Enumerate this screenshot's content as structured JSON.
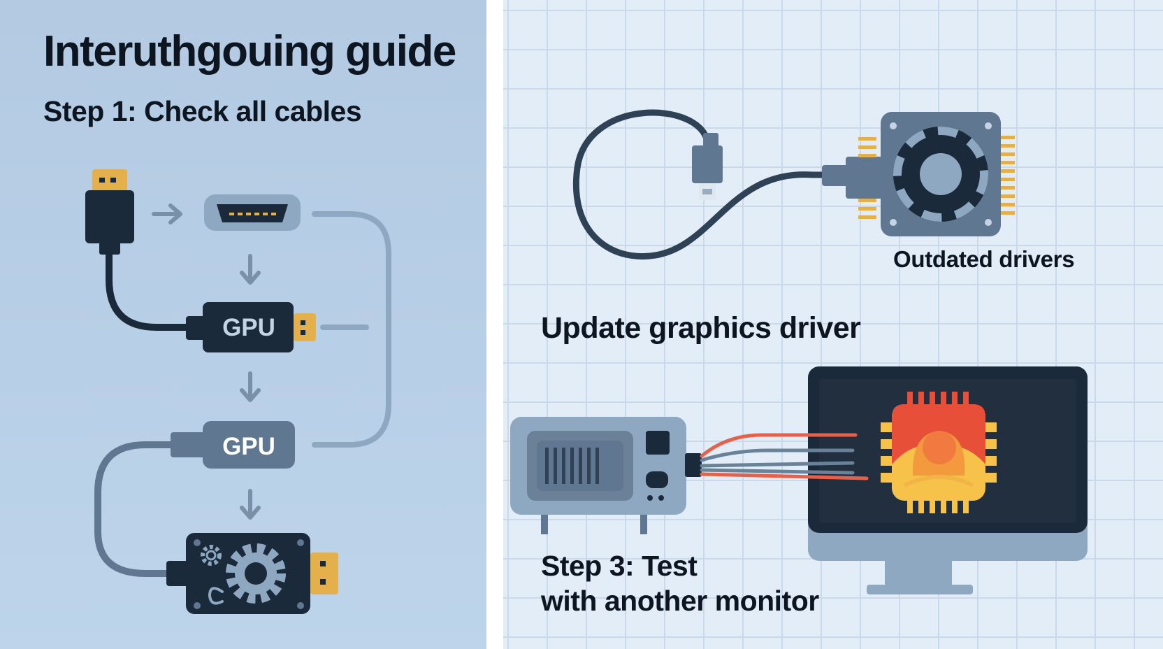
{
  "left_panel": {
    "title": "Interuthgouing guide",
    "step1": "Step 1: Check all cables",
    "gpu_labels": [
      "GPU",
      "GPU"
    ]
  },
  "right_panel": {
    "outdated_drivers": "Outdated drivers",
    "update_driver": "Update graphics driver",
    "step3_line1": "Step 3: Test",
    "step3_line2": "with another monitor"
  },
  "icons": [
    "hdmi-plug-icon",
    "hdmi-port-icon",
    "arrow-right-icon",
    "arrow-down-icon",
    "gpu-card-icon",
    "gear-icon",
    "usb-plug-icon",
    "fan-module-icon",
    "pc-tower-icon",
    "monitor-icon",
    "cpu-chip-icon"
  ],
  "colors": {
    "left_bg": "#b3cae2",
    "right_bg": "#e2edf7",
    "dark_navy": "#1b2a3a",
    "slate_blue": "#5f7790",
    "gold": "#e3b04b",
    "text": "#0c1520",
    "chip_red": "#e84f38",
    "chip_yellow": "#f7c24a"
  }
}
